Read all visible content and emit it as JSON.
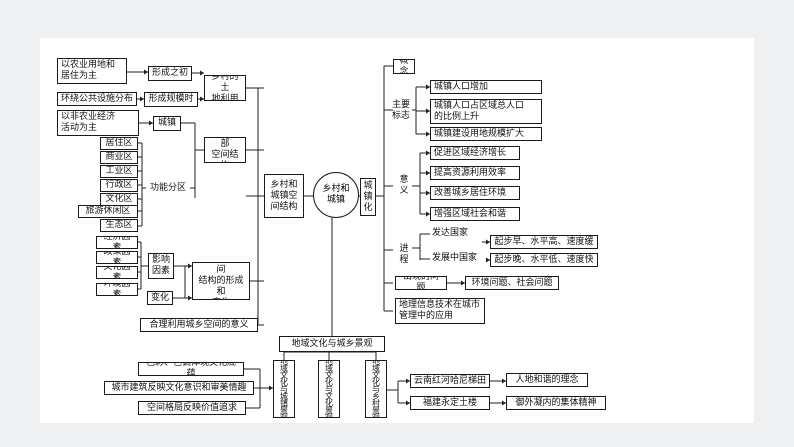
{
  "center": "乡村和\n城镇",
  "left": {
    "main_branch": "乡村和\n城镇空\n间结构",
    "land_use": {
      "title": "乡村的土\n地利用",
      "causes": [
        "以农业用地和\n居住为主",
        "环绕公共设施分布"
      ],
      "stages": [
        "形成之初",
        "形成规模时"
      ]
    },
    "internal": {
      "title": "城镇内部\n空间结构",
      "from_text": "以非农业经济\n活动为主",
      "town": "城镇",
      "zoning": "功能分区",
      "zones": [
        "居住区",
        "商业区",
        "工业区",
        "行政区",
        "文化区",
        "旅游休闲区",
        "生态区"
      ]
    },
    "change": {
      "title": "城镇内部空间\n结构的形成和\n变化",
      "factors_label": "影响\n因素",
      "factors": [
        "经济因素",
        "政策因素",
        "文化因素",
        "环境因素"
      ],
      "change_label": "变化"
    },
    "rational": "合理利用城乡空间的意义"
  },
  "right": {
    "main_branch": "城\n镇\n化",
    "concept": "概念",
    "signs": {
      "label": "主要\n标志",
      "items": [
        "城镇人口增加",
        "城镇人口占区域总人口\n的比例上升",
        "城镇建设用地规模扩大"
      ]
    },
    "meaning": {
      "label": "意\n义",
      "items": [
        "促进区域经济增长",
        "提高资源利用效率",
        "改善城乡居住环境",
        "增强区域社会和谐"
      ]
    },
    "process": {
      "label": "进\n程",
      "developed": "发达国家",
      "developing": "发展中国家",
      "developed_trait": "起步早、水平高、速度缓",
      "developing_trait": "起步晚、水平低、速度快"
    },
    "problems": {
      "label": "出现的问题",
      "value": "环境问题、社会问题"
    },
    "gis": "地理信息技术在城市\n管理中的应用"
  },
  "bottom": {
    "title": "地域文化与城乡景观",
    "urban": "地\n域\n文\n化\n与\n城\n镇\n景\n观",
    "culture": "地\n域\n文\n化\n与\n文\n化\n景\n观",
    "rural": "地\n域\n文\n化\n与\n乡\n村\n景\n观",
    "urban_items": [
      "色彩、色调体现文化底蕴",
      "城市建筑反映文化意识和审美情趣",
      "空间格局反映价值追求"
    ],
    "rural_cases": [
      "云南红河哈尼梯田",
      "福建永定土楼"
    ],
    "rural_ideas": [
      "人地和谐的理念",
      "御外凝内的集体精神"
    ]
  }
}
